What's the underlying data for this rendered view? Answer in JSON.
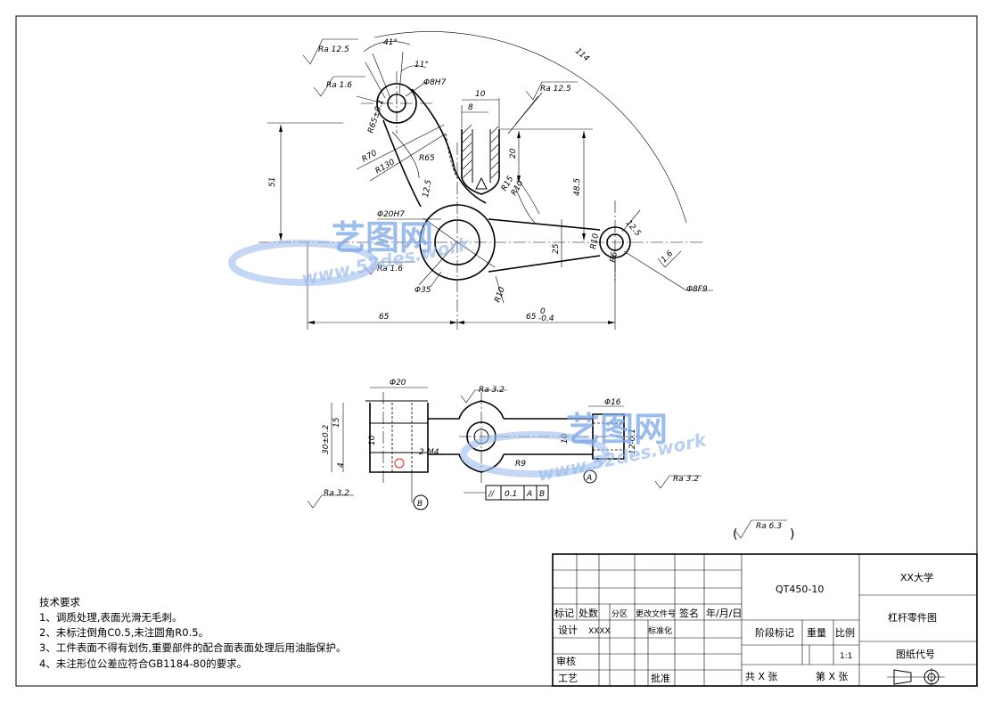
{
  "dims": {
    "ra125_a": "Ra 12.5",
    "ra16_a": "Ra 1.6",
    "ang41": "41°",
    "ang11": "11°",
    "d8h7": "Φ8H7",
    "r114": "114",
    "w10": "10",
    "w8": "8",
    "ra125_b": "Ra 12.5",
    "r65e": "R65±0.1",
    "r65": "R65",
    "r70": "R70",
    "r130": "R130",
    "h51": "51",
    "h20": "20",
    "h485": "48.5",
    "r15": "R15",
    "r10a": "R10",
    "r125": "12.5",
    "d20h7": "Φ20H7",
    "ra16_b": "Ra 1.6",
    "h25": "25",
    "r10b": "R10",
    "r10c": "R10",
    "r6": "R6",
    "r125b": "12.5",
    "ra16_c": "1.6",
    "d35": "Φ35",
    "r10d": "R10",
    "d8f9": "Φ8F9",
    "w65": "65",
    "w65t": "65",
    "w65tol": "-0.4",
    "w65tol0": "0",
    "d20": "Φ20",
    "ra32_a": "Ra 3.2",
    "d16": "Φ16",
    "h15": "15",
    "h30": "30±0.2",
    "h10a": "10",
    "h4": "4",
    "m4": "2-M4",
    "r9": "R9",
    "h10b": "10",
    "d12": "12-0.1",
    "ra32_b": "Ra 3.2",
    "ra32_c": "Ra 3.2",
    "datum_a": "A",
    "datum_b": "B",
    "tol_sym": "//",
    "tol_val": "0.1",
    "tol_a": "A",
    "tol_b": "B",
    "ra63": "Ra 6.3"
  },
  "notes": {
    "title": "技术要求",
    "l1": "1、调质处理,表面光滑无毛刺。",
    "l2": "2、未标注倒角C0.5,未注圆角R0.5。",
    "l3": "3、工件表面不得有划伤,重要部件的配合面表面处理后用油脂保护。",
    "l4": "4、未注形位公差应符合GB1184-80的要求。"
  },
  "titleblock": {
    "material": "QT450-10",
    "school": "XX大学",
    "part": "杠杆零件图",
    "code": "图纸代号",
    "biaoji": "标记",
    "chushu": "处数",
    "fenqu": "分区",
    "wenjian": "更改文件号",
    "qianming": "签名",
    "date": "年/月/日",
    "sheji": "设计",
    "xxxx": "XXXX",
    "biaozhun": "标准化",
    "jieduan": "阶段标记",
    "zhongliang": "重量",
    "bili": "比例",
    "ratio": "1:1",
    "shenhe": "审核",
    "gongyi": "工艺",
    "pizhun": "批准",
    "gong": "共 X 张",
    "di": "第 X 张"
  },
  "watermark": {
    "brand": "艺图网",
    "url": "www.52des.work"
  }
}
